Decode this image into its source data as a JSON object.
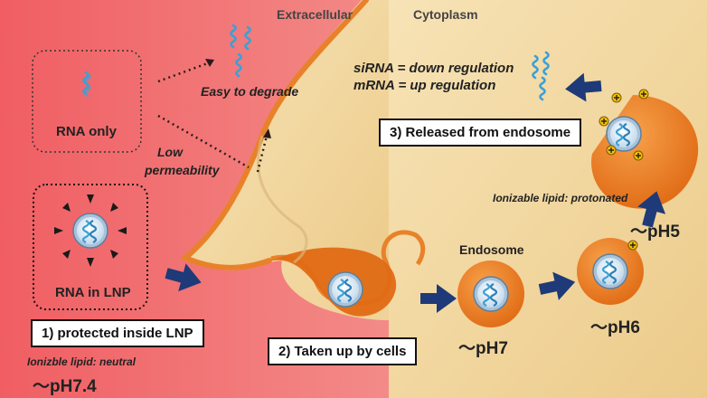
{
  "regions": {
    "extracellular": "Extracellular",
    "cytoplasm": "Cytoplasm"
  },
  "labels": {
    "rna_only": "RNA only",
    "easy_to_degrade": "Easy to degrade",
    "low_permeability_1": "Low",
    "low_permeability_2": "permeability",
    "rna_in_lnp": "RNA in LNP",
    "endosome": "Endosome",
    "ionizable_protonated": "Ionizable lipid:  protonated",
    "ionizable_neutral": "Ionizble lipid:  neutral",
    "sirna": "siRNA = down regulation",
    "mrna": "mRNA = up regulation"
  },
  "steps": {
    "step1": "1) protected inside LNP",
    "step2": "2) Taken up by cells",
    "step3": "3) Released from endosome"
  },
  "ph": {
    "ph74": "～pH7.4",
    "ph7": "～pH7",
    "ph6": "～pH6",
    "ph5": "～pH5"
  },
  "colors": {
    "extracellular": "#f27a7a",
    "cytoplasm": "#f4d9a0",
    "membrane": "#e8822a",
    "endosome": "#ee7a1f",
    "arrow": "#1e3a78",
    "rna": "#3aa0d8",
    "lipid_shell": "#c8dcec"
  },
  "icons": [
    "rna-strand-icon",
    "lipid-nanoparticle-icon",
    "endosome-icon",
    "plus-charge-icon",
    "arrow-icon"
  ]
}
